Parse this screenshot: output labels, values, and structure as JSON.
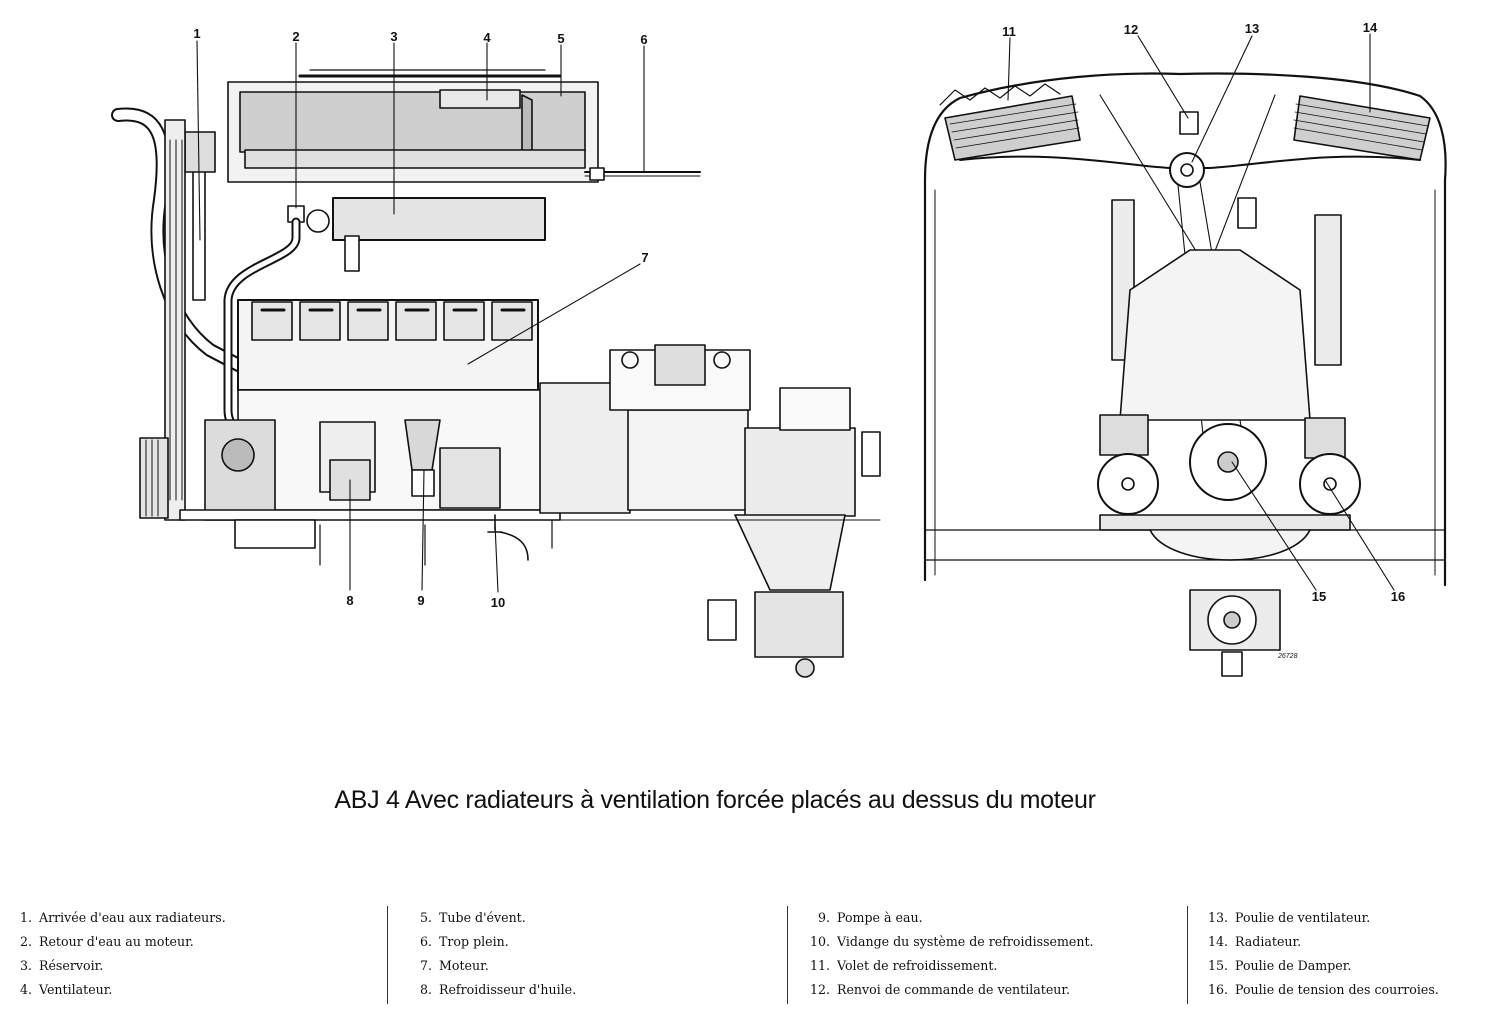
{
  "title": "ABJ 4 Avec radiateurs à ventilation forcée placés au dessus du moteur",
  "drawing_ref": "26728",
  "callouts": [
    "1",
    "2",
    "3",
    "4",
    "5",
    "6",
    "7",
    "8",
    "9",
    "10",
    "11",
    "12",
    "13",
    "14",
    "15",
    "16"
  ],
  "legend": {
    "columns": [
      [
        {
          "num": "1.",
          "text": "Arrivée d'eau aux radiateurs."
        },
        {
          "num": "2.",
          "text": "Retour d'eau au moteur."
        },
        {
          "num": "3.",
          "text": "Réservoir."
        },
        {
          "num": "4.",
          "text": "Ventilateur."
        }
      ],
      [
        {
          "num": "5.",
          "text": "Tube d'évent."
        },
        {
          "num": "6.",
          "text": "Trop plein."
        },
        {
          "num": "7.",
          "text": "Moteur."
        },
        {
          "num": "8.",
          "text": "Refroidisseur d'huile."
        }
      ],
      [
        {
          "num": "9.",
          "text": "Pompe à eau."
        },
        {
          "num": "10.",
          "text": "Vidange du système de refroidissement."
        },
        {
          "num": "11.",
          "text": "Volet de refroidissement."
        },
        {
          "num": "12.",
          "text": "Renvoi de commande de ventilateur."
        }
      ],
      [
        {
          "num": "13.",
          "text": "Poulie de ventilateur."
        },
        {
          "num": "14.",
          "text": "Radiateur."
        },
        {
          "num": "15.",
          "text": "Poulie de Damper."
        },
        {
          "num": "16.",
          "text": "Poulie de tension des courroies."
        }
      ]
    ]
  },
  "colors": {
    "ink": "#111111",
    "background": "#ffffff",
    "shade": "#d6d6d6"
  }
}
